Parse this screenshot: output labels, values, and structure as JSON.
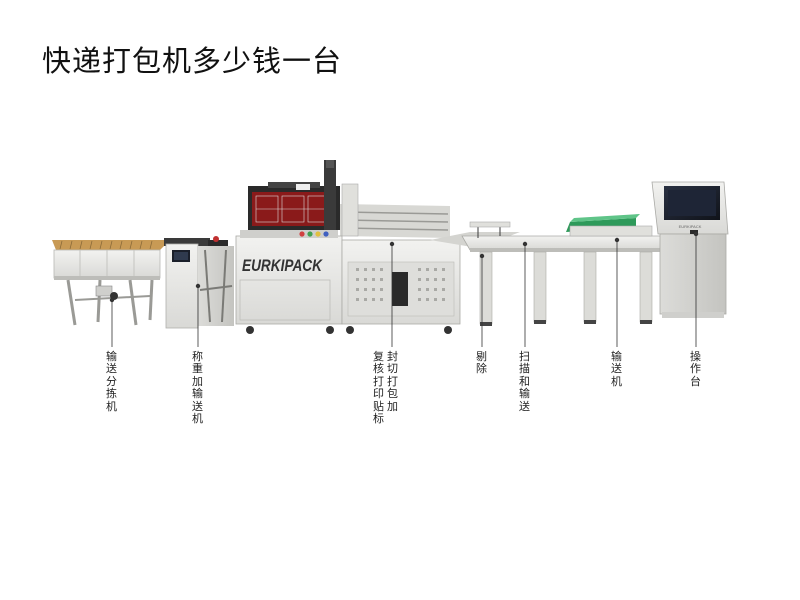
{
  "title": "快递打包机多少钱一台",
  "brand_logo": "EURKIPACK",
  "labels": [
    {
      "id": "sorting-conveyor",
      "text": "输送分拣机"
    },
    {
      "id": "weighing-conveyor",
      "text": "称重加输送机"
    },
    {
      "id": "review-print-label",
      "text": "复核打印贴标"
    },
    {
      "id": "seal-cut-wrap",
      "text": "封切打包加"
    },
    {
      "id": "reject",
      "text": "剔除"
    },
    {
      "id": "scan-conveyor",
      "text": "扫描和输送"
    },
    {
      "id": "conveyor",
      "text": "输送机"
    },
    {
      "id": "operation-console",
      "text": "操作台"
    }
  ],
  "colors": {
    "machine_body": "#e8e8e6",
    "machine_shade": "#cfcfcc",
    "frame_dark": "#2a2a2a",
    "accent_red": "#8a1a1a",
    "accent_green": "#2e9a5a",
    "screen_dark": "#1a1f2a",
    "roller_orange": "#c89a55"
  }
}
